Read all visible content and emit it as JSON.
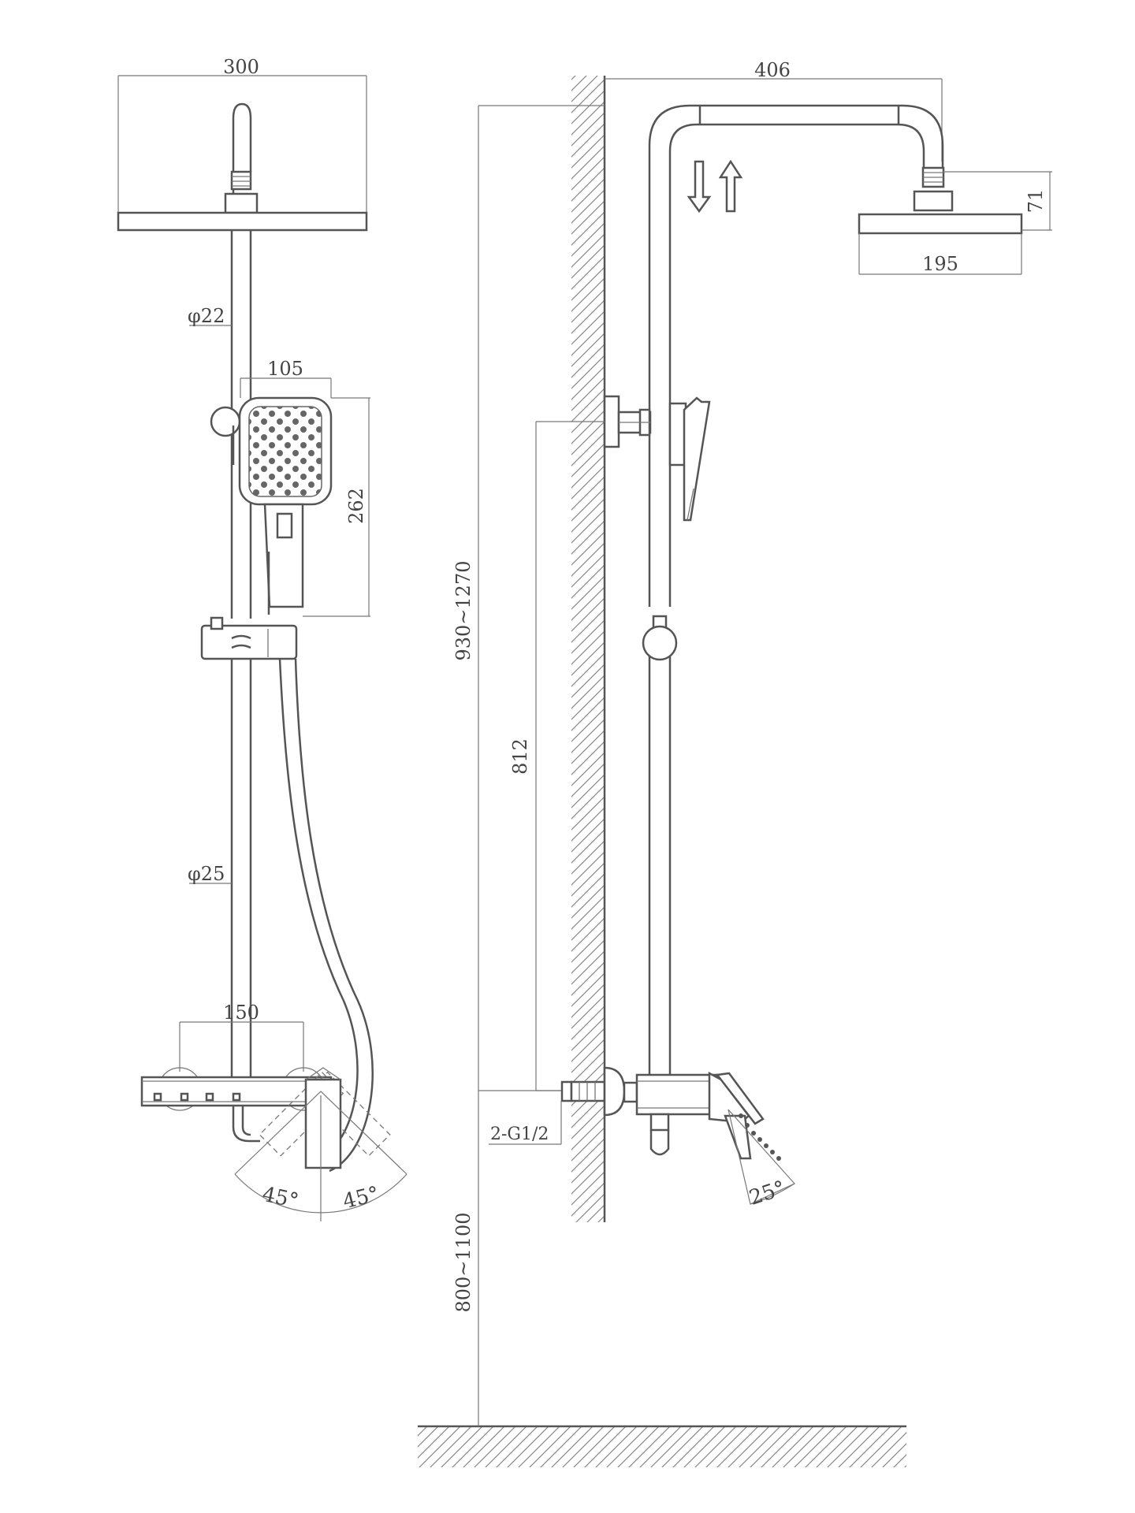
{
  "front_view": {
    "dim_head_width": "300",
    "dim_upper_pipe_diameter": "φ22",
    "dim_hand_shower_width": "105",
    "dim_hand_shower_length": "262",
    "dim_lower_pipe_diameter": "φ25",
    "dim_inlet_spacing": "150",
    "dim_angle_left": "45°",
    "dim_angle_right": "45°"
  },
  "side_view": {
    "dim_arm_reach": "406",
    "dim_head_height": "71",
    "dim_head_diameter": "195",
    "dim_total_height": "930~1270",
    "dim_bracket_height": "812",
    "dim_inlet_thread": "2-G1/2",
    "dim_mount_height": "800~1100",
    "dim_lever_angle": "25°"
  },
  "colors": {
    "line": "#555555",
    "text": "#444444",
    "background": "#ffffff"
  }
}
